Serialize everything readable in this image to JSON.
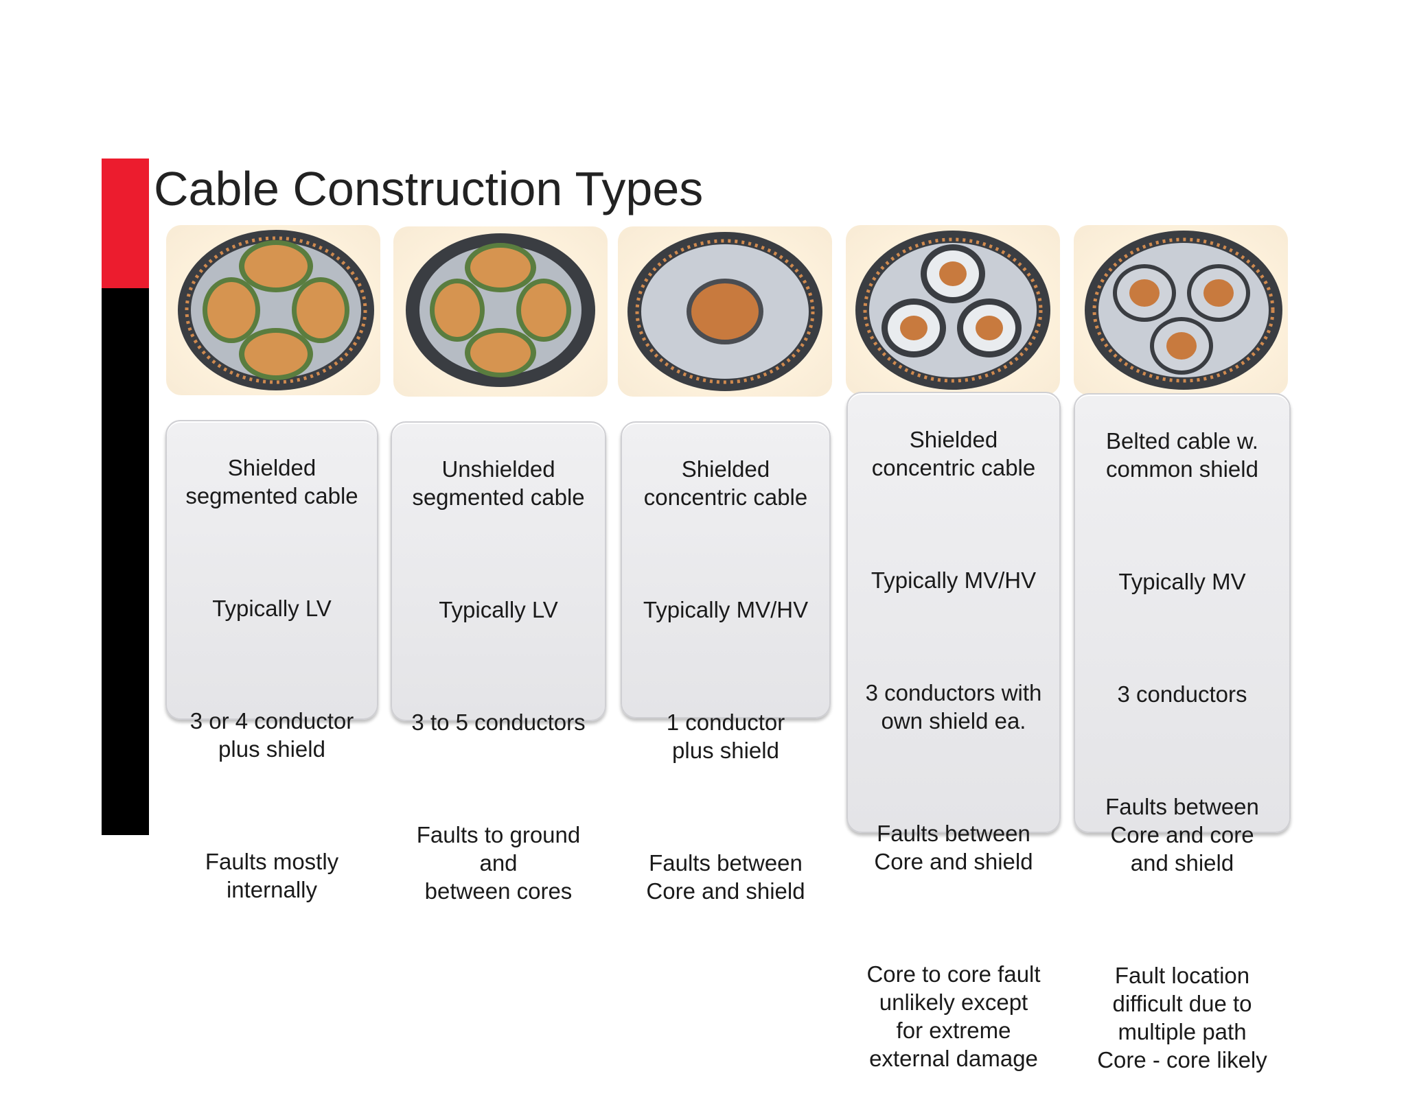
{
  "title": "Cable Construction Types",
  "colors": {
    "accent_red": "#ec1c2e",
    "accent_black": "#000000",
    "copper": "#c87a3e"
  },
  "cables": [
    {
      "icon": "four-segment-shielded-cable-cross-section",
      "name": "Shielded\nsegmented cable",
      "voltage": "Typically LV",
      "conductors": "3 or 4 conductor\nplus shield",
      "faults": "Faults mostly\ninternally"
    },
    {
      "icon": "four-segment-unshielded-cable-cross-section",
      "name": "Unshielded\nsegmented cable",
      "voltage": "Typically LV",
      "conductors": "3 to 5 conductors",
      "faults": "Faults to ground\nand\nbetween cores"
    },
    {
      "icon": "single-core-concentric-cable-cross-section",
      "name": "Shielded\nconcentric cable",
      "voltage": "Typically MV/HV",
      "conductors": "1 conductor\nplus shield",
      "faults": "Faults between\nCore and shield"
    },
    {
      "icon": "three-core-individually-shielded-cable-cross-section",
      "name": "Shielded\nconcentric cable",
      "voltage": "Typically MV/HV",
      "conductors": "3 conductors with\nown shield ea.",
      "faults": "Faults between\nCore and shield",
      "notes": "Core to core fault\nunlikely except\nfor extreme\nexternal damage"
    },
    {
      "icon": "three-core-belted-cable-cross-section",
      "name": "Belted cable w.\ncommon shield",
      "voltage": "Typically MV",
      "conductors": "3 conductors",
      "faults": "Faults between\nCore and core\nand shield",
      "notes": "Fault location\ndifficult due to\nmultiple path\nCore - core likely"
    }
  ]
}
